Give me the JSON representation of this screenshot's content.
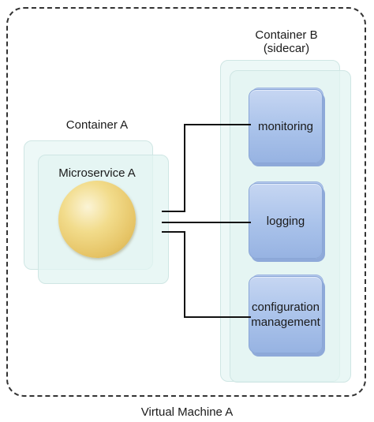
{
  "vm": {
    "label": "Virtual Machine A"
  },
  "container_a": {
    "label": "Container A",
    "service_label": "Microservice A"
  },
  "container_b": {
    "label_line1": "Container B",
    "label_line2": "(sidecar)",
    "services": [
      "monitoring",
      "logging"
    ],
    "config_line1": "configuration",
    "config_line2": "management"
  },
  "colors": {
    "service_fill": "#a9c2ea",
    "container_fill": "#def2f0",
    "sphere_fill": "#f2dc8c",
    "wire": "#111111"
  }
}
